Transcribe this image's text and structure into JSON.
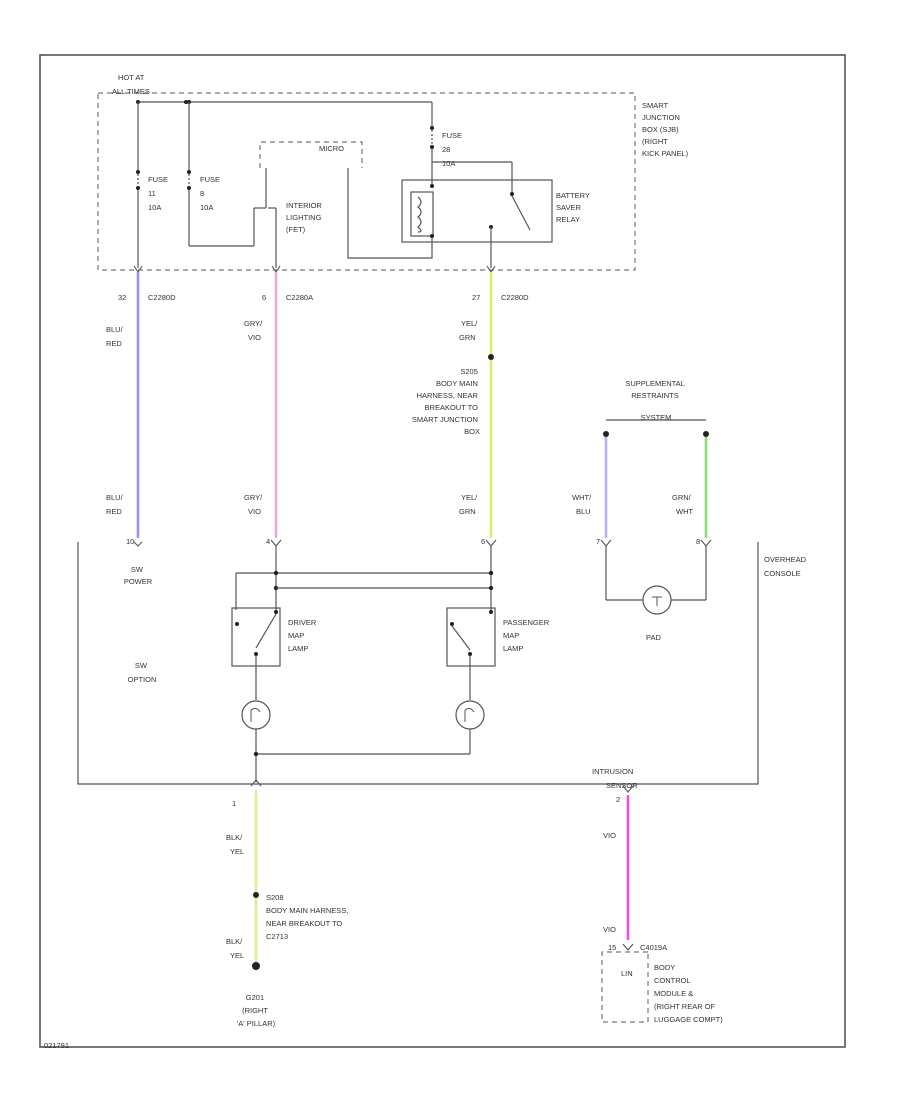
{
  "diagram": {
    "hot_at": [
      "HOT AT",
      "ALL TIMES"
    ],
    "sjb": [
      "SMART",
      "JUNCTION",
      "BOX (SJB)",
      "(RIGHT",
      "KICK PANEL)"
    ],
    "fuse_11": [
      "FUSE",
      "11",
      "10A"
    ],
    "fuse_8": [
      "FUSE",
      "8",
      "10A"
    ],
    "fuse_28": [
      "FUSE",
      "28",
      "10A"
    ],
    "micro": "MICRO",
    "interior_lighting": [
      "INTERIOR",
      "LIGHTING",
      "(FET)"
    ],
    "battery_saver": [
      "BATTERY",
      "SAVER",
      "RELAY"
    ],
    "conn_left": {
      "pin": "32",
      "id": "C2280D"
    },
    "conn_mid": {
      "pin": "6",
      "id": "C2280A"
    },
    "conn_right": {
      "pin": "27",
      "id": "C2280D"
    },
    "wire_blu_red_top": [
      "BLU/",
      "RED"
    ],
    "wire_gry_vio_top": [
      "GRY/",
      "VIO"
    ],
    "wire_yel_grn_top": [
      "YEL/",
      "GRN"
    ],
    "s205": [
      "S205",
      "BODY MAIN",
      "HARNESS, NEAR",
      "BREAKOUT TO",
      "SMART JUNCTION",
      "BOX"
    ],
    "srs": [
      "SUPPLEMENTAL",
      "RESTRAINTS",
      "SYSTEM"
    ],
    "wire_blu_red_bot": [
      "BLU/",
      "RED"
    ],
    "wire_gry_vio_bot": [
      "GRY/",
      "VIO"
    ],
    "wire_yel_grn_bot": [
      "YEL/",
      "GRN"
    ],
    "wire_wht_blu": [
      "WHT/",
      "BLU"
    ],
    "wire_grn_wht": [
      "GRN/",
      "WHT"
    ],
    "pins_bottom": {
      "p1": "10",
      "p2": "4",
      "p3": "6",
      "p4": "7",
      "p5": "8"
    },
    "sw_power": [
      "SW",
      "POWER"
    ],
    "sw_option": [
      "SW",
      "OPTION"
    ],
    "overhead_console": [
      "OVERHEAD",
      "CONSOLE"
    ],
    "driver_map": [
      "DRIVER",
      "MAP",
      "LAMP"
    ],
    "passenger_map": [
      "PASSENGER",
      "MAP",
      "LAMP"
    ],
    "pad": "PAD",
    "intrusion_sensor": [
      "INTRUSION",
      "SENSOR"
    ],
    "pin_2": "2",
    "pin_1": "1",
    "wire_blk_yel_top": [
      "BLK/",
      "YEL"
    ],
    "wire_blk_yel_bot": [
      "BLK/",
      "YEL"
    ],
    "s208": [
      "S208",
      "BODY MAIN HARNESS,",
      "NEAR BREAKOUT TO",
      "C2713"
    ],
    "g201": [
      "G201",
      "(RIGHT",
      "'A' PILLAR)"
    ],
    "wire_vio_top": "VIO",
    "wire_vio_bot": "VIO",
    "c4019": {
      "pin": "15",
      "id": "C4019A"
    },
    "bcm_inner": "LIN",
    "bcm": [
      "BODY",
      "CONTROL",
      "MODULE &",
      "(RIGHT REAR OF",
      "LUGGAGE COMPT)"
    ],
    "footer_id": "021791",
    "colors": {
      "blu_red": "#9a90f0",
      "gry_vio": "#e8a8e0",
      "yel_grn": "#d4f070",
      "wht_blu": "#b8b0f0",
      "grn_wht": "#88e070",
      "blk_yel": "#e4e890",
      "vio": "#f050e0"
    }
  }
}
